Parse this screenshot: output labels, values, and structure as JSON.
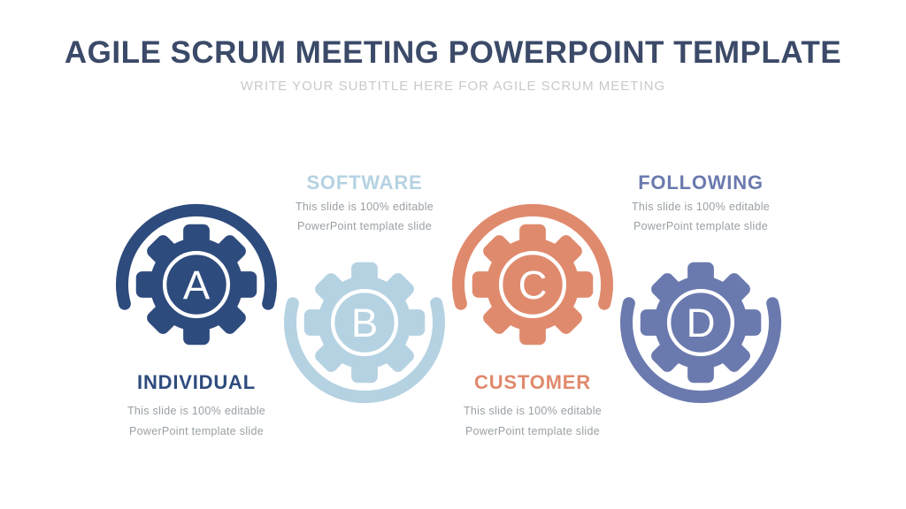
{
  "slide": {
    "title": "AGILE SCRUM MEETING POWERPOINT TEMPLATE",
    "subtitle": "WRITE YOUR SUBTITLE HERE FOR AGILE SCRUM MEETING",
    "title_color": "#3b4a68",
    "subtitle_color": "#c9c9c9",
    "background_color": "#ffffff",
    "description_color": "#9aa0a4"
  },
  "items": [
    {
      "letter": "A",
      "label": "INDIVIDUAL",
      "description_line1": "This slide is 100% editable",
      "description_line2": "PowerPoint template slide",
      "color": "#2e4b7d",
      "icon": "gear-icon",
      "arc_position": "above",
      "label_position": "below"
    },
    {
      "letter": "B",
      "label": "SOFTWARE",
      "description_line1": "This slide is 100% editable",
      "description_line2": "PowerPoint template slide",
      "color": "#b5d2e2",
      "icon": "gear-icon",
      "arc_position": "below",
      "label_position": "above"
    },
    {
      "letter": "C",
      "label": "CUSTOMER",
      "description_line1": "This slide is 100% editable",
      "description_line2": "PowerPoint template slide",
      "color": "#e08a6d",
      "icon": "gear-icon",
      "arc_position": "above",
      "label_position": "below"
    },
    {
      "letter": "D",
      "label": "FOLLOWING",
      "description_line1": "This slide is 100% editable",
      "description_line2": "PowerPoint template slide",
      "color": "#6b7aae",
      "icon": "gear-icon",
      "arc_position": "below",
      "label_position": "above"
    }
  ]
}
